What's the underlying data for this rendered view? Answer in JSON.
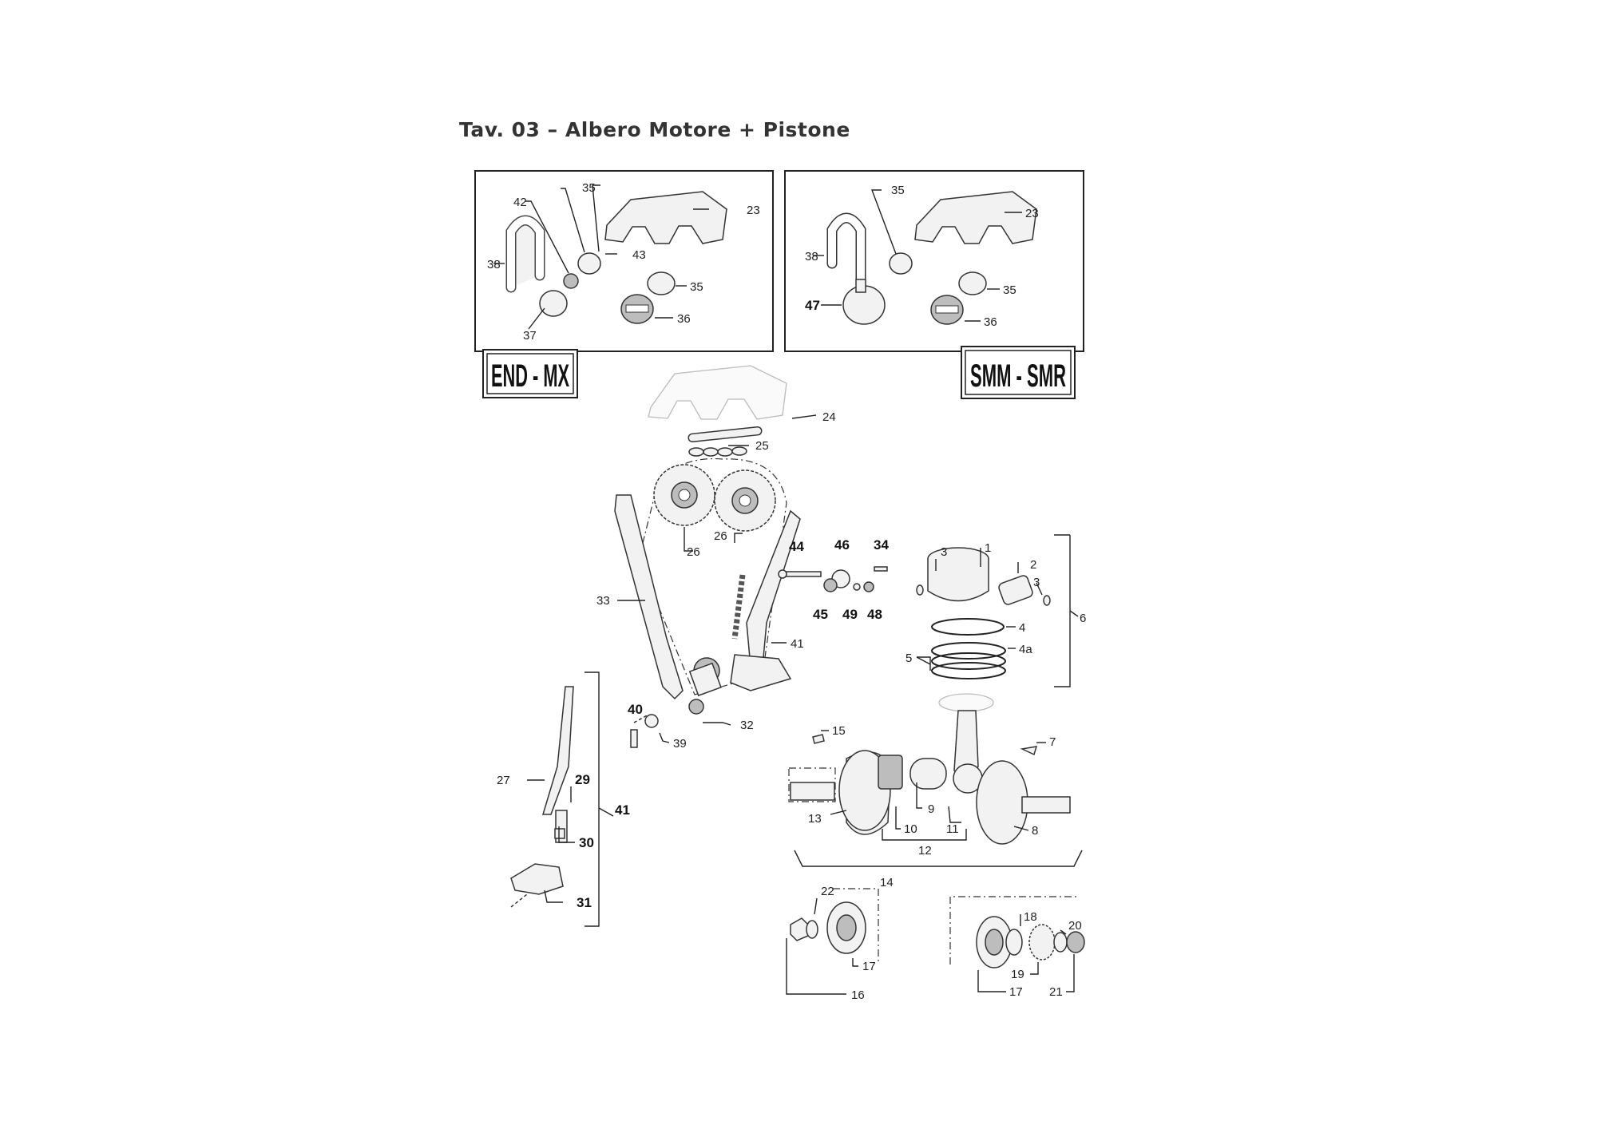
{
  "title": "Tav. 03 – Albero Motore + Pistone",
  "variants": {
    "left": "END - MX",
    "right": "SMM - SMR"
  },
  "callouts": {
    "left_box": [
      "35",
      "42",
      "23",
      "38",
      "43",
      "35",
      "36",
      "37"
    ],
    "right_box": [
      "35",
      "23",
      "38",
      "35",
      "47",
      "36"
    ],
    "main": [
      "24",
      "25",
      "26",
      "26",
      "33",
      "44",
      "46",
      "34",
      "45",
      "49",
      "48",
      "41",
      "32",
      "40",
      "39",
      "3",
      "1",
      "2",
      "3",
      "4",
      "4a",
      "5",
      "6",
      "15",
      "7",
      "13",
      "9",
      "10",
      "11",
      "8",
      "12",
      "14",
      "27",
      "29",
      "30",
      "41",
      "31",
      "22",
      "17",
      "16",
      "18",
      "20",
      "19",
      "17",
      "21"
    ]
  }
}
